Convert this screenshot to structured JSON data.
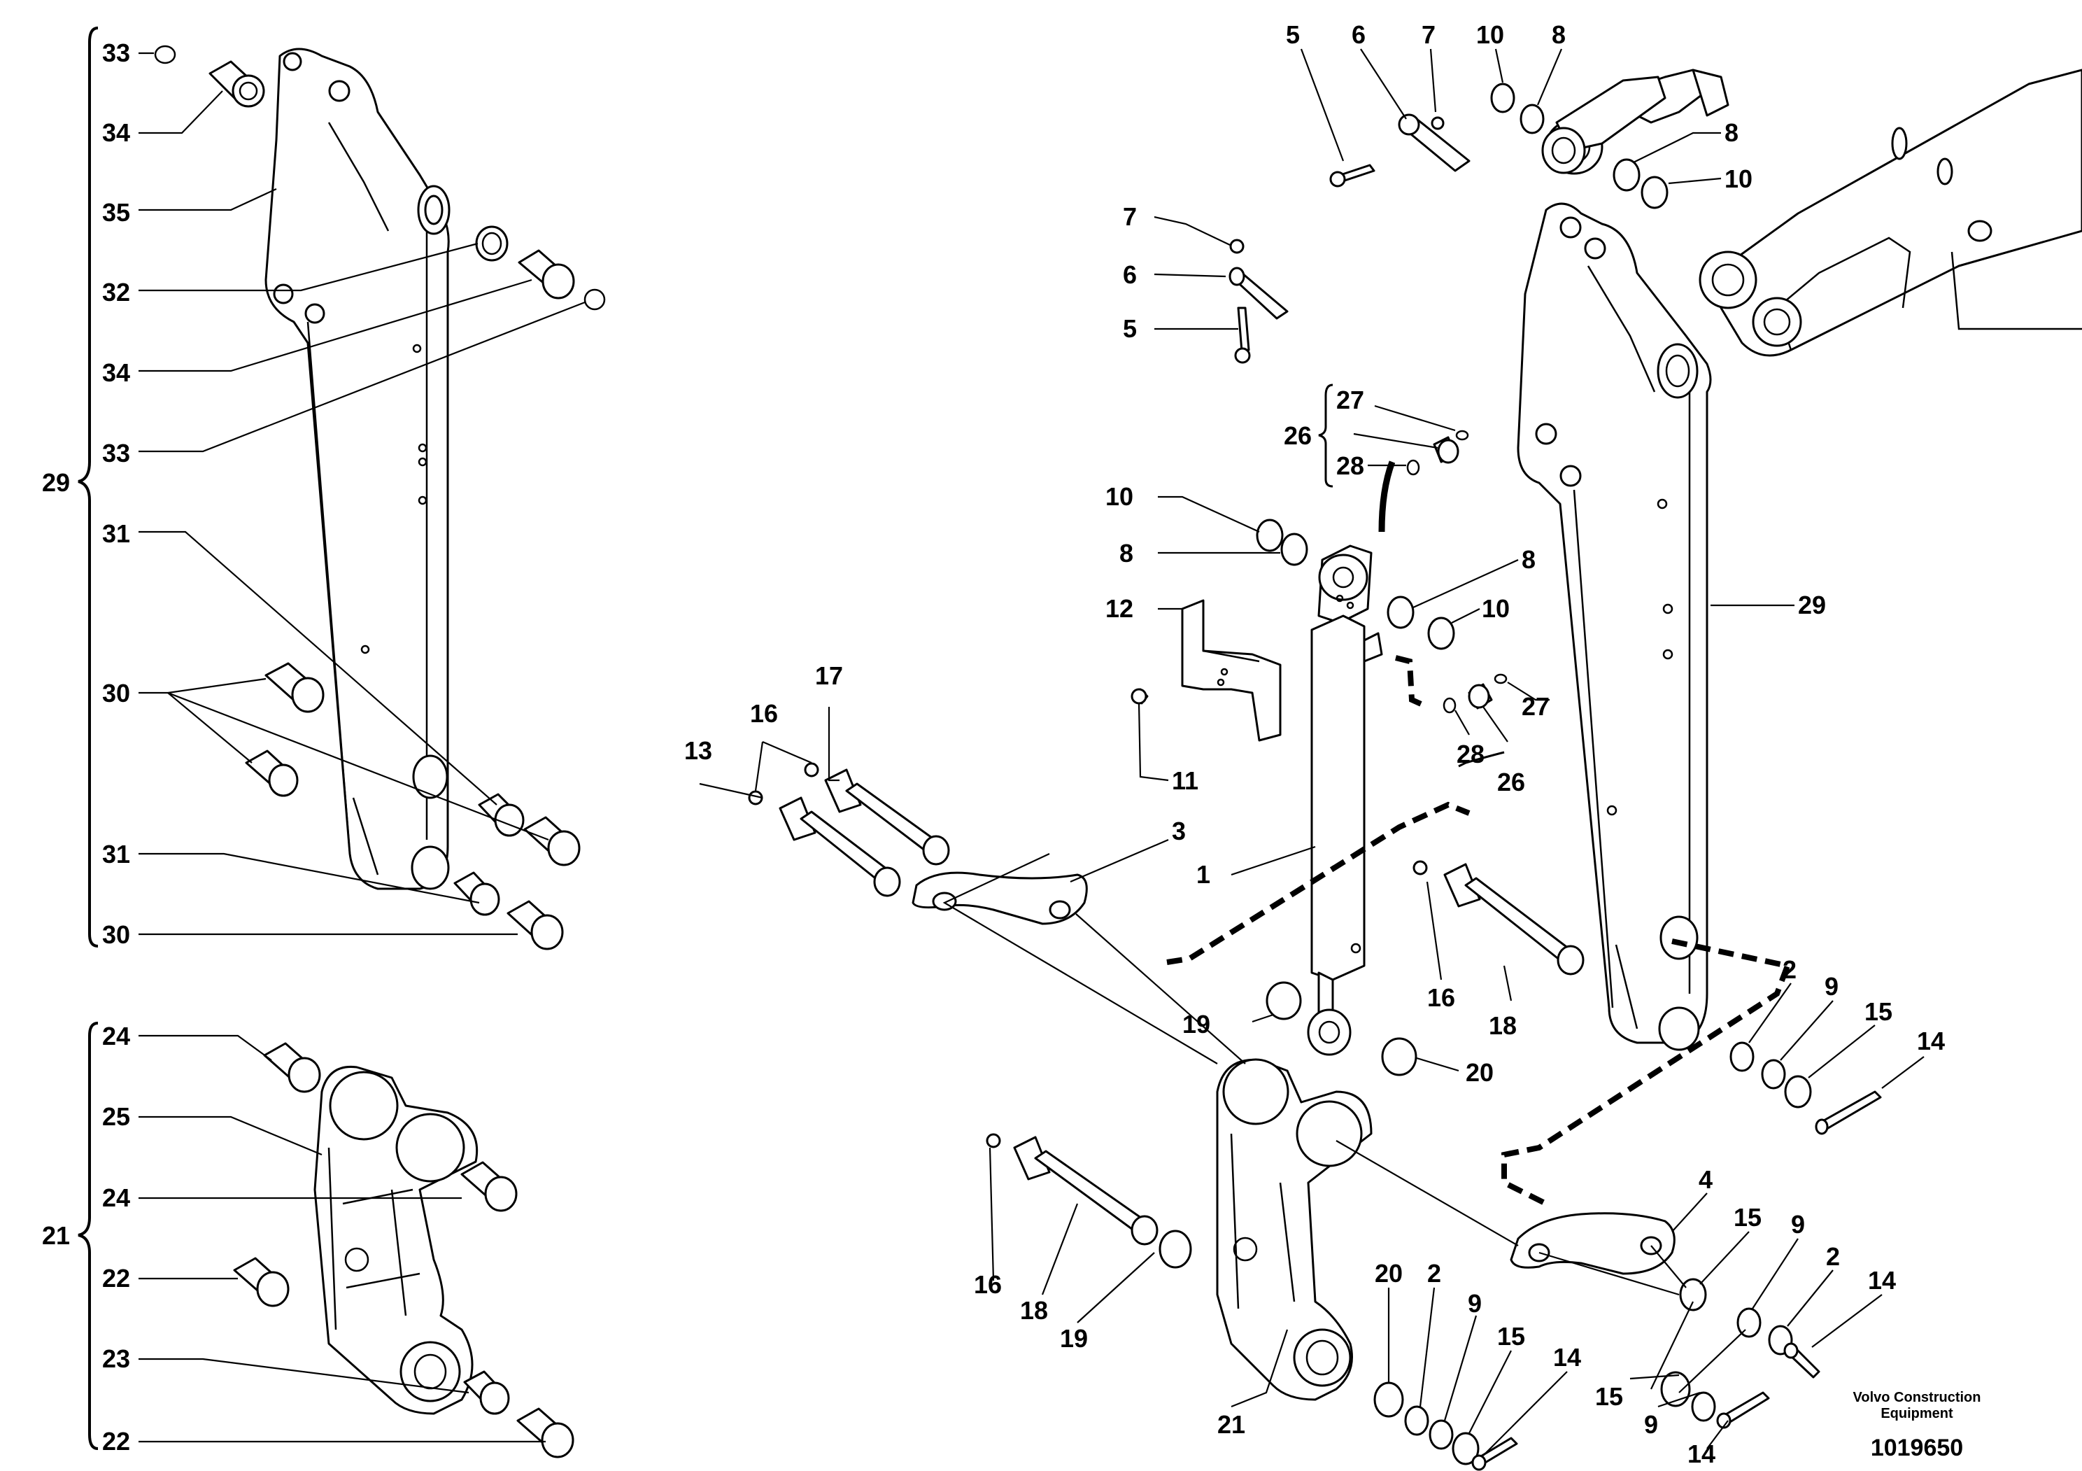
{
  "diagram": {
    "manufacturer": "Volvo Construction Equipment",
    "drawing_number": "1019650",
    "callouts": [
      "1",
      "2",
      "3",
      "4",
      "5",
      "6",
      "7",
      "8",
      "9",
      "10",
      "11",
      "12",
      "13",
      "14",
      "15",
      "16",
      "17",
      "18",
      "19",
      "20",
      "21",
      "22",
      "23",
      "24",
      "25",
      "26",
      "27",
      "28",
      "29",
      "30",
      "31",
      "32",
      "33",
      "34",
      "35"
    ],
    "group_29": {
      "label": "29",
      "items": [
        "33",
        "34",
        "35",
        "32",
        "34",
        "33",
        "31",
        "30",
        "31",
        "30"
      ]
    },
    "group_21": {
      "label": "21",
      "items": [
        "24",
        "25",
        "24",
        "22",
        "23",
        "22"
      ]
    }
  }
}
